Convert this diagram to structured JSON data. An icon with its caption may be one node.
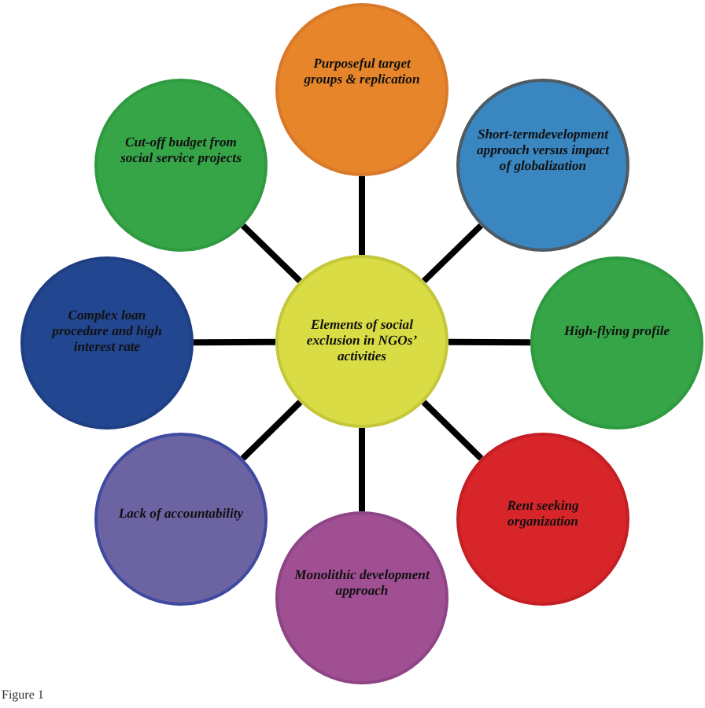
{
  "diagram": {
    "caption": "Figure 1",
    "nodes": [
      {
        "text": [
          "Elements of social exclusion in NGOs’ activities"
        ]
      },
      {
        "text": [
          "Purposeful target groups & replication"
        ]
      },
      {
        "text": [
          "Short-termdevelopment approach versus impact of globalization"
        ]
      },
      {
        "text": [
          "High-flying profile"
        ]
      },
      {
        "text": [
          "Rent seeking organization"
        ]
      },
      {
        "text": [
          "Monolithic development approach"
        ]
      },
      {
        "text": [
          "Lack of accountability"
        ]
      },
      {
        "text": [
          "Complex loan procedure and high interest rate"
        ]
      },
      {
        "text": [
          "Cut-off budget from social service projects"
        ]
      }
    ],
    "edges": [
      {
        "from": 0,
        "to": 1,
        "arrow": "none"
      },
      {
        "from": 0,
        "to": 2,
        "arrow": "none"
      },
      {
        "from": 0,
        "to": 3,
        "arrow": "none"
      },
      {
        "from": 0,
        "to": 4,
        "arrow": "none"
      },
      {
        "from": 0,
        "to": 5,
        "arrow": "none"
      },
      {
        "from": 0,
        "to": 6,
        "arrow": "none"
      },
      {
        "from": 0,
        "to": 7,
        "arrow": "none"
      },
      {
        "from": 0,
        "to": 8,
        "arrow": "none"
      }
    ]
  }
}
